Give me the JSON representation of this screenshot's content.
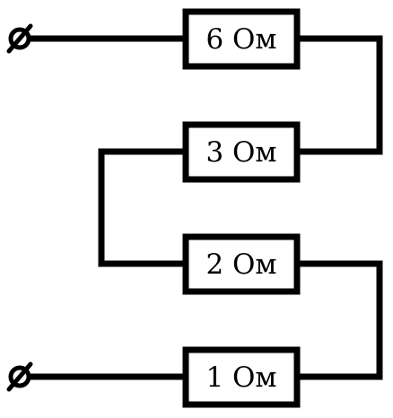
{
  "resistors": [
    {
      "id": "r1",
      "label": "6 Ом"
    },
    {
      "id": "r2",
      "label": "3 Ом"
    },
    {
      "id": "r3",
      "label": "2 Ом"
    },
    {
      "id": "r4",
      "label": "1 Ом"
    }
  ],
  "terminals": [
    {
      "id": "top",
      "icon": "terminal-icon"
    },
    {
      "id": "bottom",
      "icon": "terminal-icon"
    }
  ]
}
